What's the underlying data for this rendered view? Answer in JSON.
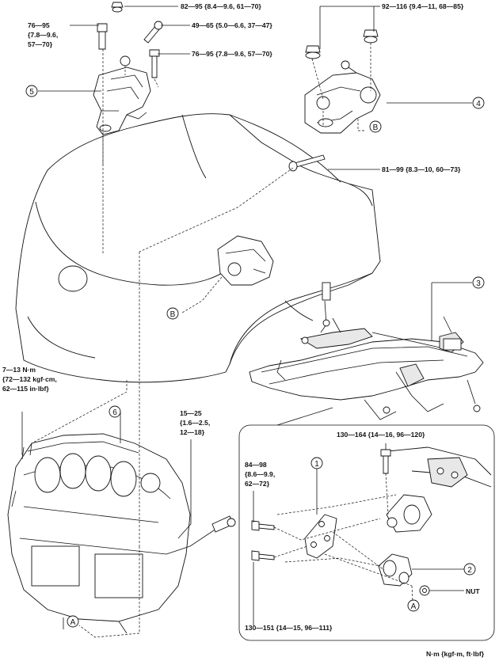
{
  "torque": {
    "t1": "82—95 {8.4—9.6, 61—70}",
    "t2_l1": "76—95",
    "t2_l2": "{7.8—9.6,",
    "t2_l3": "57—70}",
    "t3": "49—65 {5.0—6.6, 37—47}",
    "t4": "76—95 {7.8—9.6, 57—70}",
    "t5": "92—116 {9.4—11, 68—85}",
    "t6": "81—99 {8.3—10, 60—73}",
    "t7_l1": "7—13 N·m",
    "t7_l2": "{72—132 kgf·cm,",
    "t7_l3": "62—115 in·lbf}",
    "t8_l1": "15—25",
    "t8_l2": "{1.6—2.5,",
    "t8_l3": "12—18}",
    "t9": "130—164 {14—16, 96—120}",
    "t10_l1": "84—98",
    "t10_l2": "{8.6—9.9,",
    "t10_l3": "62—72}",
    "t11": "130—151 {14—15, 96—111}"
  },
  "callouts": {
    "c1": "1",
    "c2": "2",
    "c3": "3",
    "c4": "4",
    "c5": "5",
    "c6": "6"
  },
  "refs": {
    "a1": "A",
    "a2": "A",
    "b1": "B",
    "b2": "B"
  },
  "nut_label": "NUT",
  "units_label": "N·m {kgf·m, ft·lbf}"
}
